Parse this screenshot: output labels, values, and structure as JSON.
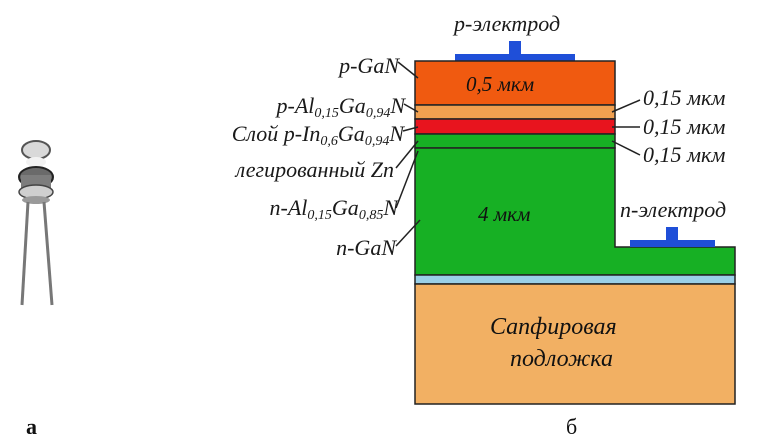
{
  "diagram": {
    "electrode_top_label": "p-электрод",
    "electrode_n_label": "n-электрод",
    "layers_left": {
      "p_gan": "p-GaN",
      "p_algan": {
        "prefix": "p-Al",
        "sub1": "0,15",
        "mid": "Ga",
        "sub2": "0,94",
        "suffix": "N"
      },
      "p_ingan": {
        "prefix": "Слой p-In",
        "sub1": "0,6",
        "mid": "Ga",
        "sub2": "0,94",
        "suffix": "N"
      },
      "doped": "легированный Zn",
      "n_algan": {
        "prefix": "n-Al",
        "sub1": "0,15",
        "mid": "Ga",
        "sub2": "0,85",
        "suffix": "N"
      },
      "n_gan": "n-GaN"
    },
    "thickness_right": [
      "0,15 мкм",
      "0,15 мкм",
      "0,15 мкм"
    ],
    "layer_orange_label": "0,5 мкм",
    "layer_green_label": "4 мкм",
    "substrate_label_1": "Сапфировая",
    "substrate_label_2": "подложка",
    "colors": {
      "p_gan": "#f05a10",
      "p_algan": "#f0a050",
      "p_ingan": "#e8141e",
      "green": "#17b024",
      "buffer": "#9ad0e8",
      "substrate": "#f2b063",
      "electrode": "#1f4fd8"
    }
  },
  "captions": {
    "a": "а",
    "b": "б"
  }
}
